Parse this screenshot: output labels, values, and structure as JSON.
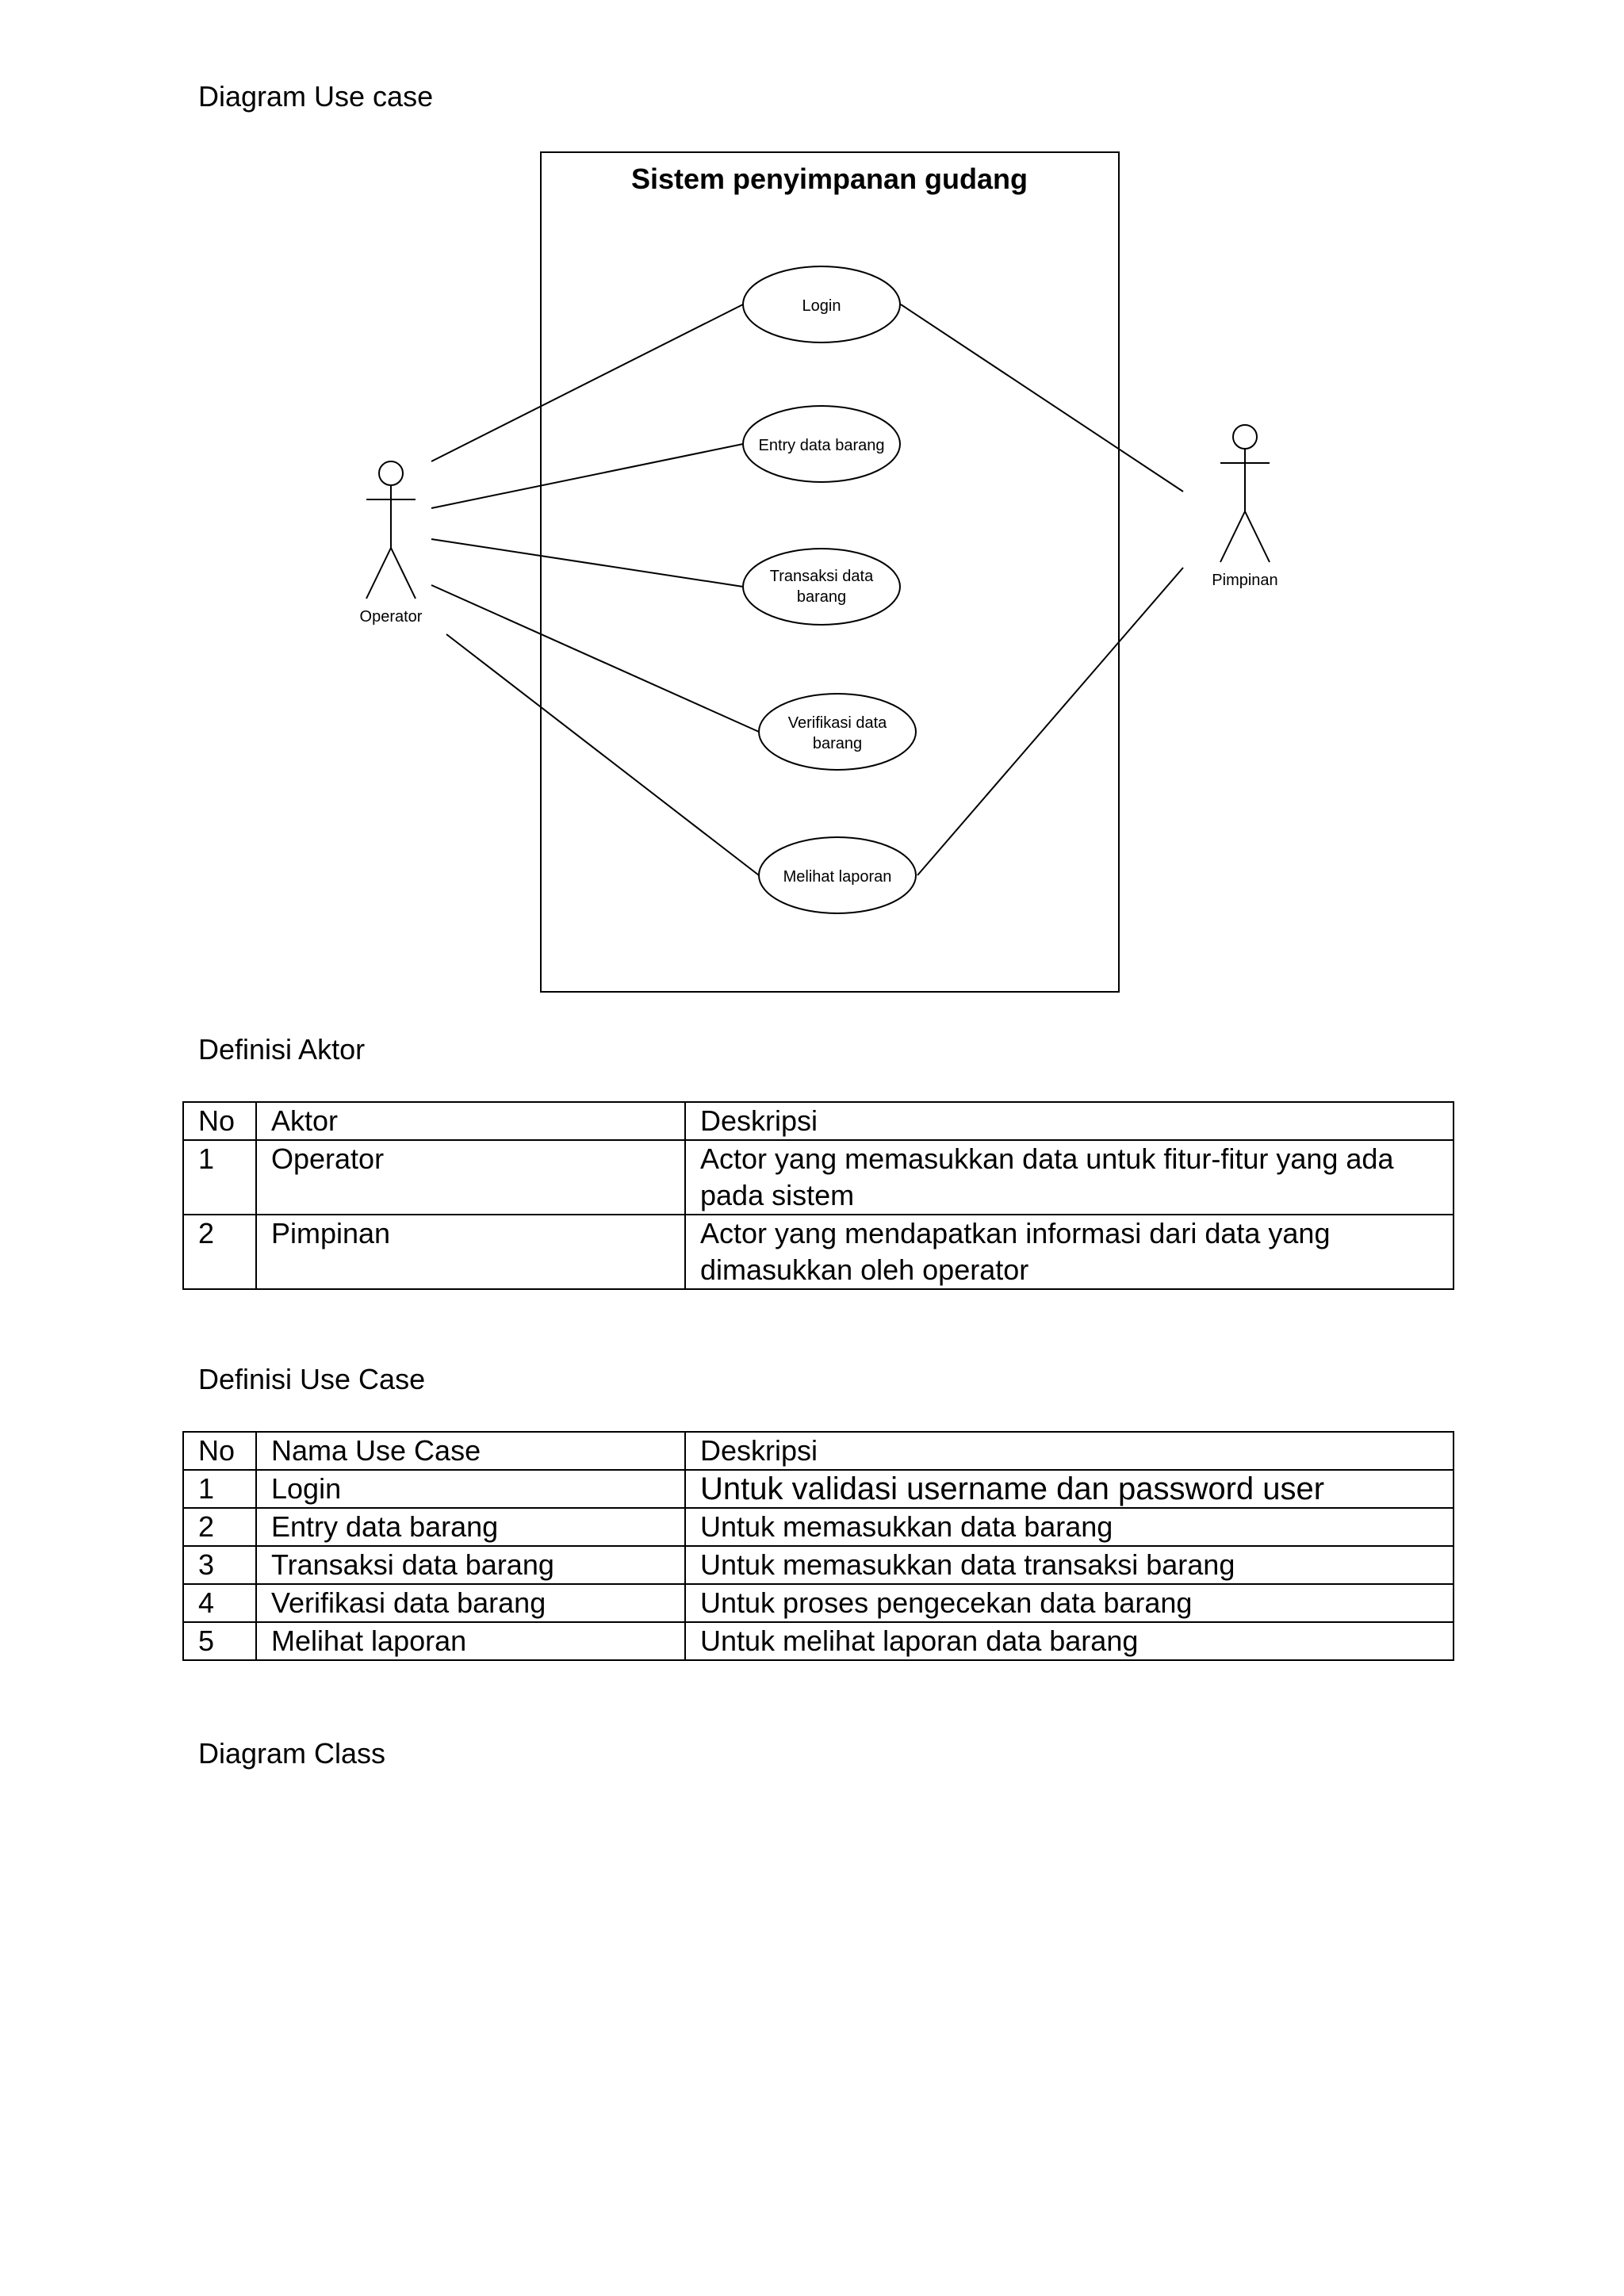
{
  "headings": {
    "usecase_diagram": "Diagram Use case",
    "actor_definition": "Definisi Aktor",
    "usecase_definition": "Definisi Use Case",
    "class_diagram": "Diagram Class"
  },
  "diagram": {
    "system_title": "Sistem penyimpanan gudang",
    "actors": {
      "operator": "Operator",
      "pimpinan": "Pimpinan"
    },
    "usecases": {
      "login": [
        "Login"
      ],
      "entry": [
        "Entry data barang"
      ],
      "transaksi": [
        "Transaksi data",
        "barang"
      ],
      "verifikasi": [
        "Verifikasi data",
        "barang"
      ],
      "laporan": [
        "Melihat laporan"
      ]
    }
  },
  "actor_table": {
    "headers": [
      "No",
      "Aktor",
      "Deskripsi"
    ],
    "rows": [
      [
        "1",
        "Operator",
        [
          "Actor yang memasukkan data untuk fitur-fitur yang ada",
          "pada sistem"
        ]
      ],
      [
        "2",
        "Pimpinan",
        [
          "Actor yang mendapatkan informasi dari data yang",
          "dimasukkan oleh operator"
        ]
      ]
    ]
  },
  "usecase_table": {
    "headers": [
      "No",
      "Nama Use Case",
      "Deskripsi"
    ],
    "rows": [
      [
        "1",
        "Login",
        "Untuk validasi username dan password user"
      ],
      [
        "2",
        "Entry data barang",
        "Untuk memasukkan data barang"
      ],
      [
        "3",
        "Transaksi data barang",
        "Untuk memasukkan data transaksi barang"
      ],
      [
        "4",
        "Verifikasi data barang",
        "Untuk proses pengecekan data barang"
      ],
      [
        "5",
        "Melihat laporan",
        "Untuk melihat laporan data barang"
      ]
    ]
  }
}
